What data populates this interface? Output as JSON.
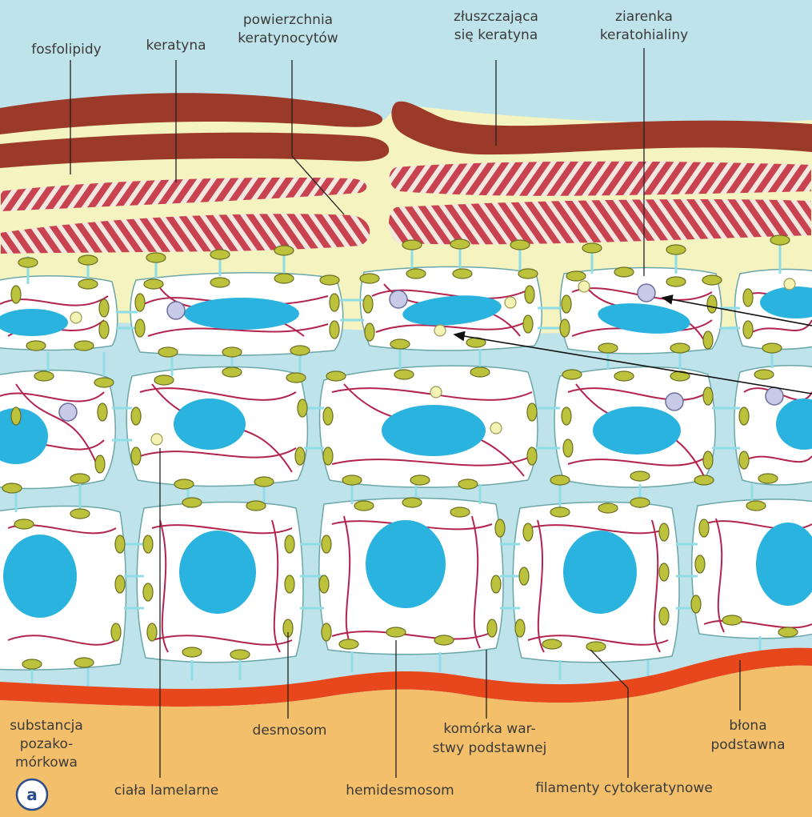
{
  "panel": {
    "badge": "a"
  },
  "labels": {
    "fosfolipidy": "fosfolipidy",
    "keratyna": "keratyna",
    "powierzchnia_1": "powierzchnia",
    "powierzchnia_2": "keratynocytów",
    "zluszczajaca_1": "złuszczająca",
    "zluszczajaca_2": "się keratyna",
    "ziarenka_1": "ziarenka",
    "ziarenka_2": "keratohialiny",
    "substancja_1": "substancja",
    "substancja_2": "pozako-",
    "substancja_3": "mórkowa",
    "ciala": "ciała lamelarne",
    "desmosom": "desmosom",
    "hemidesmosom": "hemidesmosom",
    "komorka_1": "komórka war-",
    "komorka_2": "stwy podstawnej",
    "filamenty": "filamenty cytokeratynowe",
    "blona_1": "błona",
    "blona_2": "podstawna"
  },
  "colors": {
    "sky": "#bfe3ea",
    "cream": "#f5f3c0",
    "keratin_brown": "#9c3a2a",
    "keratin_stripe": "#c8424f",
    "cell_fill": "#ffffff",
    "nucleus": "#2bb3e0",
    "filament": "#b2244e",
    "desmosome": "#bcc23b",
    "connector": "#8fdde6",
    "basement": "#e8471b",
    "substrate": "#f3bf6a",
    "granule": "#c7cbe8",
    "lamellar": "#f4f3b3"
  }
}
